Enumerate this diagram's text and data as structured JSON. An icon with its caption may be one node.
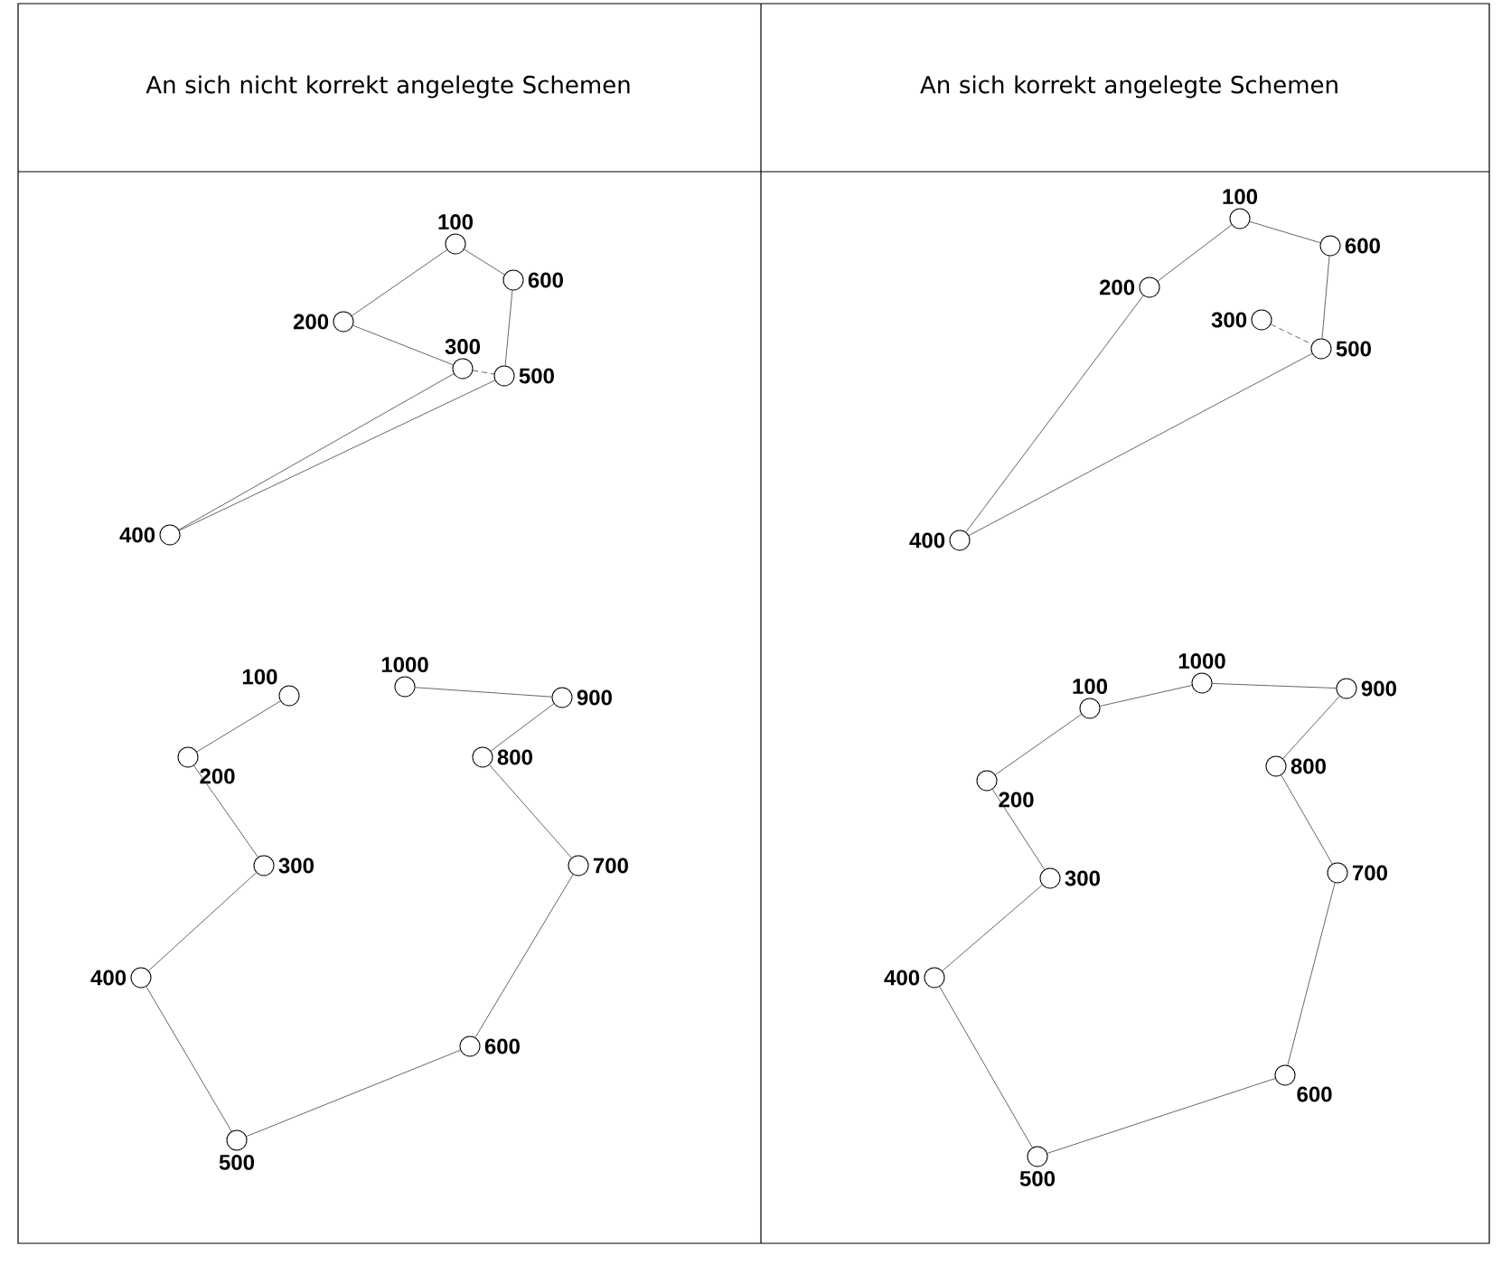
{
  "diagram": {
    "nodes": [
      {
        "text": [],
        "shape": "circle",
        "beside": [
          "100"
        ]
      },
      {
        "text": [],
        "shape": "circle",
        "beside": [
          "600"
        ]
      },
      {
        "text": [],
        "shape": "circle",
        "beside": [
          "200"
        ]
      },
      {
        "text": [],
        "shape": "circle",
        "beside": [
          "300"
        ]
      },
      {
        "text": [],
        "shape": "circle",
        "beside": [
          "500"
        ]
      },
      {
        "text": [],
        "shape": "circle",
        "beside": [
          "400"
        ]
      },
      {
        "text": [],
        "shape": "circle",
        "beside": [
          "100"
        ]
      },
      {
        "text": [],
        "shape": "circle",
        "beside": [
          "600"
        ]
      },
      {
        "text": [],
        "shape": "circle",
        "beside": [
          "200"
        ]
      },
      {
        "text": [],
        "shape": "circle",
        "beside": [
          "300"
        ]
      },
      {
        "text": [],
        "shape": "circle",
        "beside": [
          "500"
        ]
      },
      {
        "text": [],
        "shape": "circle",
        "beside": [
          "400"
        ]
      },
      {
        "text": [],
        "shape": "circle",
        "beside": [
          "1000"
        ]
      },
      {
        "text": [],
        "shape": "circle",
        "beside": [
          "100"
        ]
      },
      {
        "text": [],
        "shape": "circle",
        "beside": [
          "900"
        ]
      },
      {
        "text": [],
        "shape": "circle",
        "beside": [
          "800"
        ]
      },
      {
        "text": [],
        "shape": "circle",
        "beside": [
          "200"
        ]
      },
      {
        "text": [],
        "shape": "circle",
        "beside": [
          "300"
        ]
      },
      {
        "text": [],
        "shape": "circle",
        "beside": [
          "700"
        ]
      },
      {
        "text": [],
        "shape": "circle",
        "beside": [
          "400"
        ]
      },
      {
        "text": [],
        "shape": "circle",
        "beside": [
          "600"
        ]
      },
      {
        "text": [],
        "shape": "circle",
        "beside": [
          "500"
        ]
      },
      {
        "text": [],
        "shape": "circle",
        "beside": [
          "1000"
        ]
      },
      {
        "text": [],
        "shape": "circle",
        "beside": [
          "100"
        ]
      },
      {
        "text": [],
        "shape": "circle",
        "beside": [
          "900"
        ]
      },
      {
        "text": [],
        "shape": "circle",
        "beside": [
          "800"
        ]
      },
      {
        "text": [],
        "shape": "circle",
        "beside": [
          "200"
        ]
      },
      {
        "text": [],
        "shape": "circle",
        "beside": [
          "300"
        ]
      },
      {
        "text": [],
        "shape": "circle",
        "beside": [
          "700"
        ]
      },
      {
        "text": [],
        "shape": "circle",
        "beside": [
          "400"
        ]
      },
      {
        "text": [],
        "shape": "circle",
        "beside": [
          "600"
        ]
      },
      {
        "text": [],
        "shape": "circle",
        "beside": [
          "500"
        ]
      }
    ],
    "edges": [
      {
        "from": 0,
        "to": 2,
        "arrow": "none"
      },
      {
        "from": 2,
        "to": 3,
        "arrow": "none"
      },
      {
        "from": 3,
        "to": 5,
        "arrow": "none"
      },
      {
        "from": 5,
        "to": 4,
        "arrow": "none"
      },
      {
        "from": 3,
        "to": 4,
        "arrow": "none",
        "style": "dashed"
      },
      {
        "from": 4,
        "to": 1,
        "arrow": "none"
      },
      {
        "from": 1,
        "to": 0,
        "arrow": "none"
      },
      {
        "from": 6,
        "to": 8,
        "arrow": "none"
      },
      {
        "from": 8,
        "to": 11,
        "arrow": "none"
      },
      {
        "from": 11,
        "to": 10,
        "arrow": "none"
      },
      {
        "from": 9,
        "to": 10,
        "arrow": "none",
        "style": "dashed"
      },
      {
        "from": 10,
        "to": 7,
        "arrow": "none"
      },
      {
        "from": 7,
        "to": 6,
        "arrow": "none"
      },
      {
        "from": 13,
        "to": 16,
        "arrow": "none"
      },
      {
        "from": 16,
        "to": 17,
        "arrow": "none"
      },
      {
        "from": 17,
        "to": 19,
        "arrow": "none"
      },
      {
        "from": 19,
        "to": 21,
        "arrow": "none"
      },
      {
        "from": 21,
        "to": 20,
        "arrow": "none"
      },
      {
        "from": 20,
        "to": 18,
        "arrow": "none"
      },
      {
        "from": 18,
        "to": 15,
        "arrow": "none"
      },
      {
        "from": 15,
        "to": 14,
        "arrow": "none"
      },
      {
        "from": 14,
        "to": 12,
        "arrow": "none"
      },
      {
        "from": 23,
        "to": 26,
        "arrow": "none"
      },
      {
        "from": 26,
        "to": 27,
        "arrow": "none"
      },
      {
        "from": 27,
        "to": 29,
        "arrow": "none"
      },
      {
        "from": 29,
        "to": 31,
        "arrow": "none"
      },
      {
        "from": 31,
        "to": 30,
        "arrow": "none"
      },
      {
        "from": 30,
        "to": 28,
        "arrow": "none"
      },
      {
        "from": 28,
        "to": 25,
        "arrow": "none"
      },
      {
        "from": 25,
        "to": 24,
        "arrow": "none"
      },
      {
        "from": 24,
        "to": 22,
        "arrow": "none"
      },
      {
        "from": 22,
        "to": 23,
        "arrow": "none"
      }
    ],
    "labels": [
      "An sich nicht korrekt angelegte Schemen",
      "An sich korrekt angelegte Schemen"
    ]
  }
}
